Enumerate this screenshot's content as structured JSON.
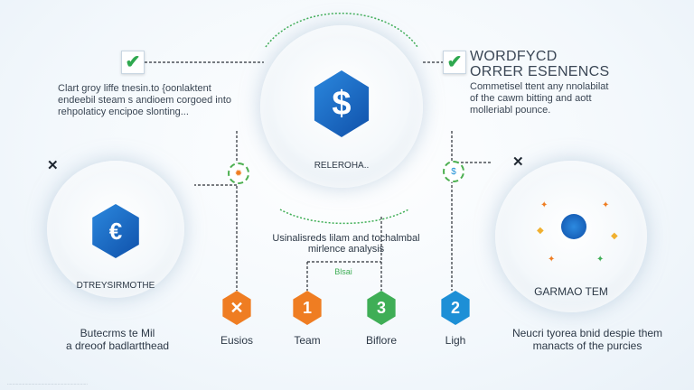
{
  "top_left_text": [
    "Clart groy liffe tnesin.to {oonlaktent",
    "endeebil steam s andioem corgoed into",
    "rehpolaticy encipoe slonting..."
  ],
  "right_title": [
    "WORDFYCD",
    "ORRER ESENENCS"
  ],
  "right_text": [
    "Commetisel ttent any nnolabilat",
    "of the cawm bitting and aott",
    "molleriabl pounce."
  ],
  "center_circle_label": "RELEROHA..",
  "center_caption": [
    "Usinalisreds lilam and tochalmbal",
    "mirlence analysis"
  ],
  "center_small_label": "Blsai",
  "left_circle_label": "DTREYSIRMOTHE",
  "right_circle_label": "GARMAO TEM",
  "bottom_left_text": [
    "Butecrms te Mil",
    "a dreoof badlartthead"
  ],
  "bottom_right_text": [
    "Neucri tyorea bnid despie them",
    "manacts of the purcies"
  ],
  "badges": [
    {
      "symbol": "✕",
      "label": "Eusios",
      "color": "#ef7d22"
    },
    {
      "symbol": "1",
      "label": "Team",
      "color": "#ef7d22"
    },
    {
      "symbol": "3",
      "label": "Biflore",
      "color": "#3fae56"
    },
    {
      "symbol": "2",
      "label": "Ligh",
      "color": "#1d8fd6"
    }
  ],
  "center_icon": "dollar-icon",
  "left_icon": "euro-icon",
  "footer_text": "................................................................",
  "colors": {
    "blue": "#1a6fc4",
    "orange": "#ef7d22",
    "green": "#3fae56",
    "check": "#2fa84f"
  }
}
